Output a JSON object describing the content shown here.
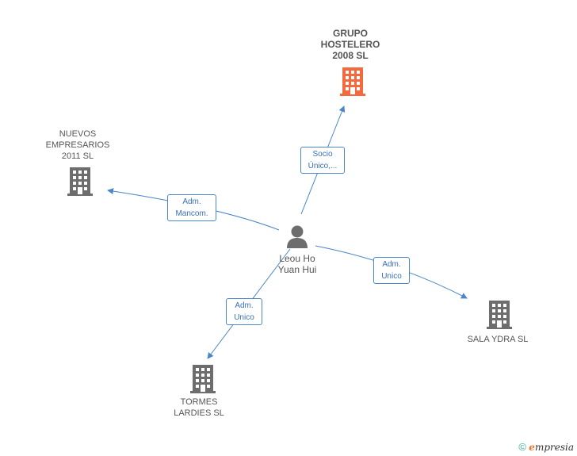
{
  "colors": {
    "edge": "#4a86c8",
    "company": "#6d6d6d",
    "highlight_company": "#f26a3d",
    "person": "#6d6d6d"
  },
  "center": {
    "name": "Leou Ho\nYuan Hui",
    "icon": "person-icon"
  },
  "nodes": {
    "grupo": {
      "name": "GRUPO\nHOSTELERO\n2008 SL",
      "icon": "building-icon"
    },
    "nuevos": {
      "name": "NUEVOS\nEMPRESARIOS\n2011 SL",
      "icon": "building-icon"
    },
    "sala": {
      "name": "SALA YDRA  SL",
      "icon": "building-icon"
    },
    "tormes": {
      "name": "TORMES\nLARDIES  SL",
      "icon": "building-icon"
    }
  },
  "edges": {
    "grupo": "Socio\nÚnico,...",
    "nuevos": "Adm.\nMancom.",
    "sala": "Adm.\nUnico",
    "tormes": "Adm.\nUnico"
  },
  "footer": {
    "copyright": "©",
    "brand_e": "e",
    "brand_rest": "mpresia"
  }
}
